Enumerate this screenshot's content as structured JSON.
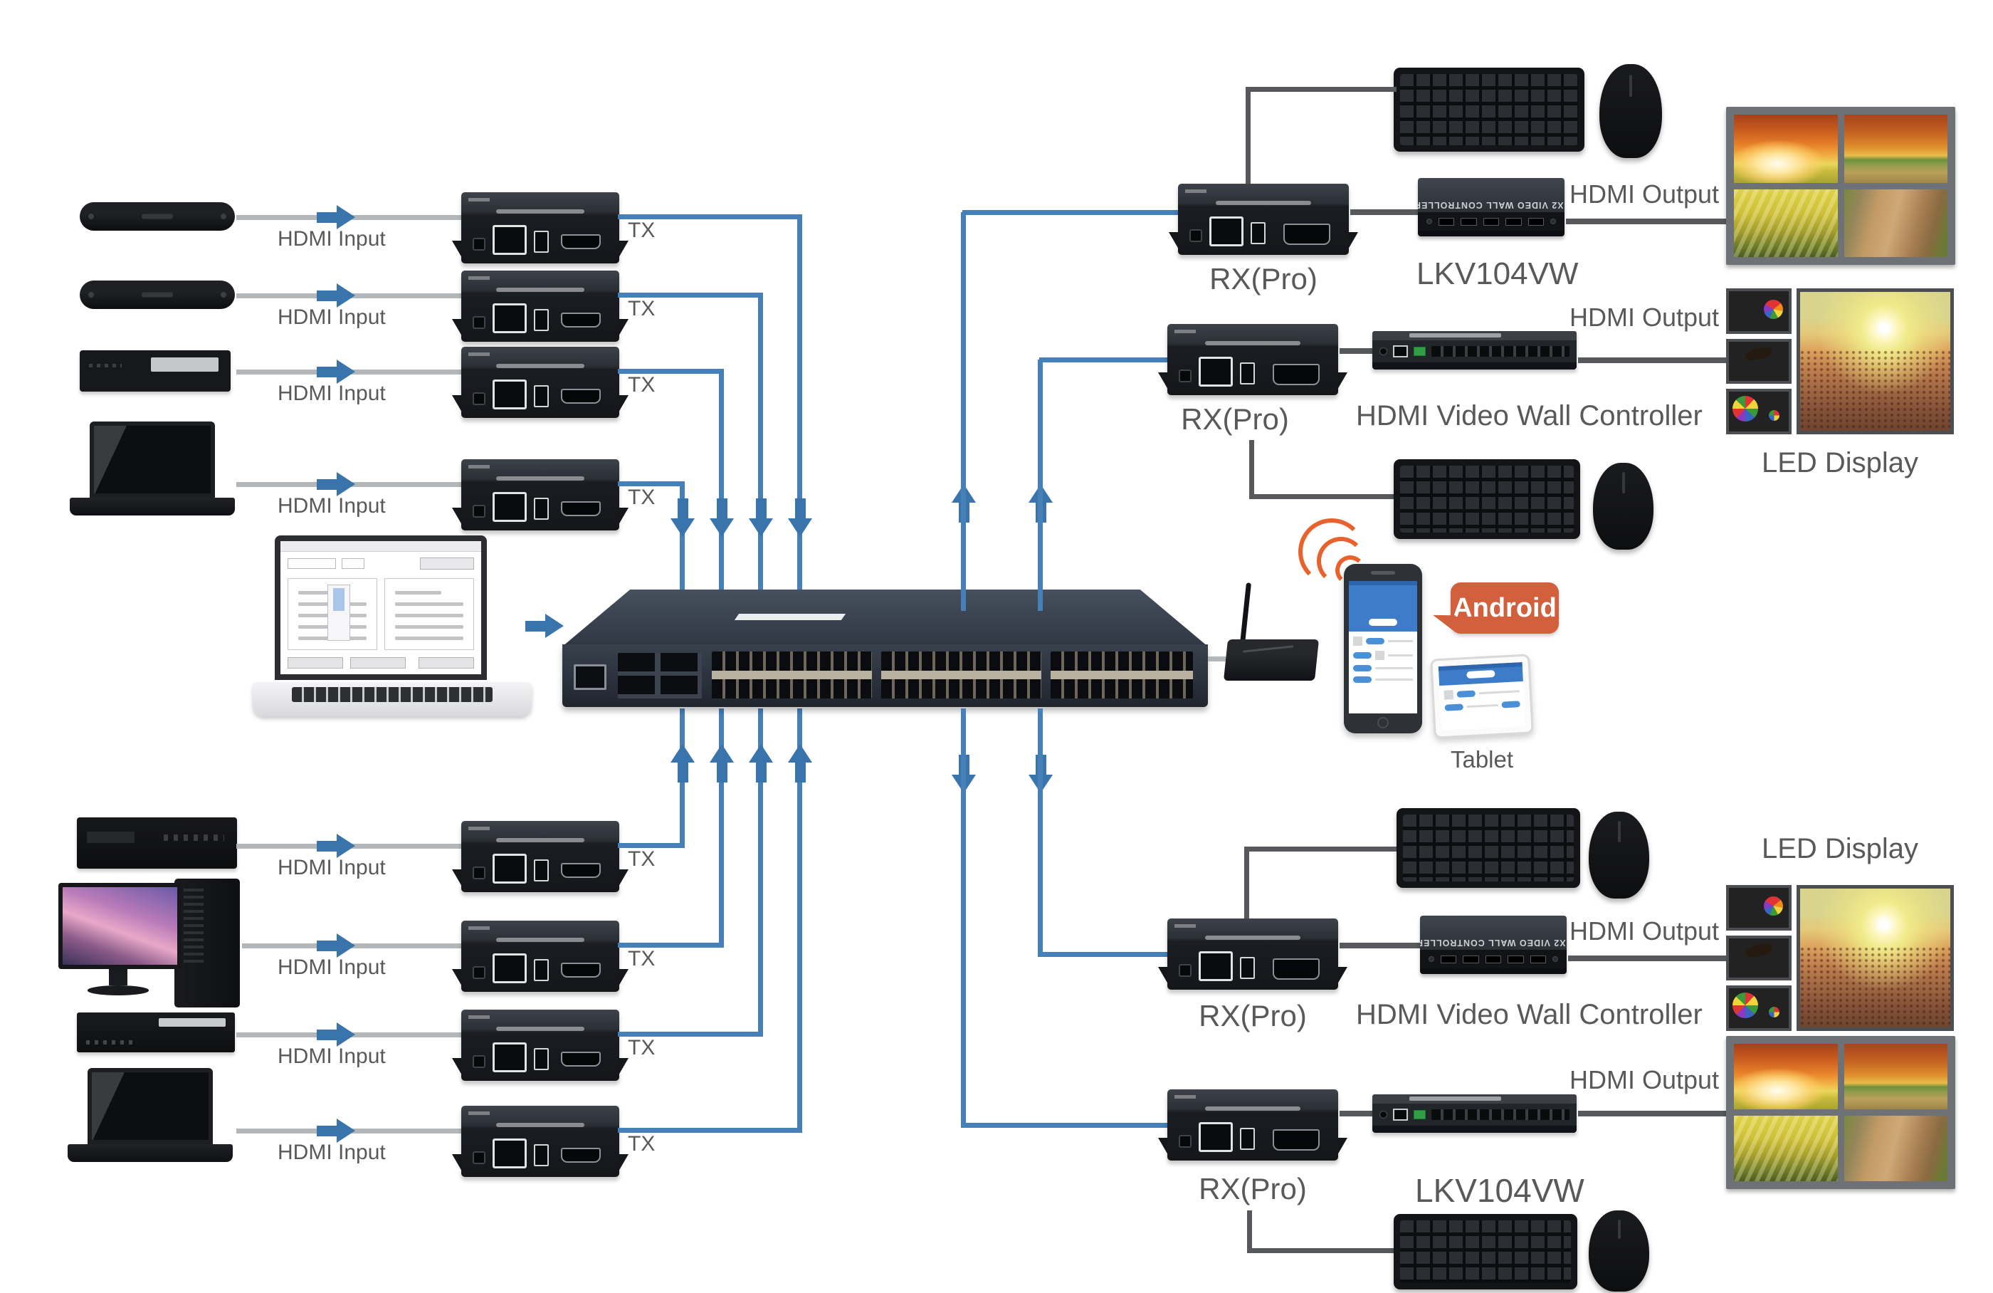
{
  "labels": {
    "hdmi_input": "HDMI Input",
    "tx": "TX",
    "rx_pro": "RX(Pro)",
    "hdmi_output": "HDMI Output",
    "lkv104vw": "LKV104VW",
    "hdmi_video_wall_controller": "HDMI Video Wall Controller",
    "led_display": "LED Display",
    "android": "Android",
    "tablet": "Tablet",
    "vw_controller_print": "2X2 VIDEO WALL CONTROLLER"
  },
  "colors": {
    "connection_blue": "#4580b8",
    "arrow_blue": "#3a74ad",
    "source_line_gray": "#b4b7ba",
    "peripheral_line_dark": "#56585b",
    "label_text": "#58595b",
    "android_bubble": "#d2603d",
    "wifi_signal": "#e8622d"
  }
}
